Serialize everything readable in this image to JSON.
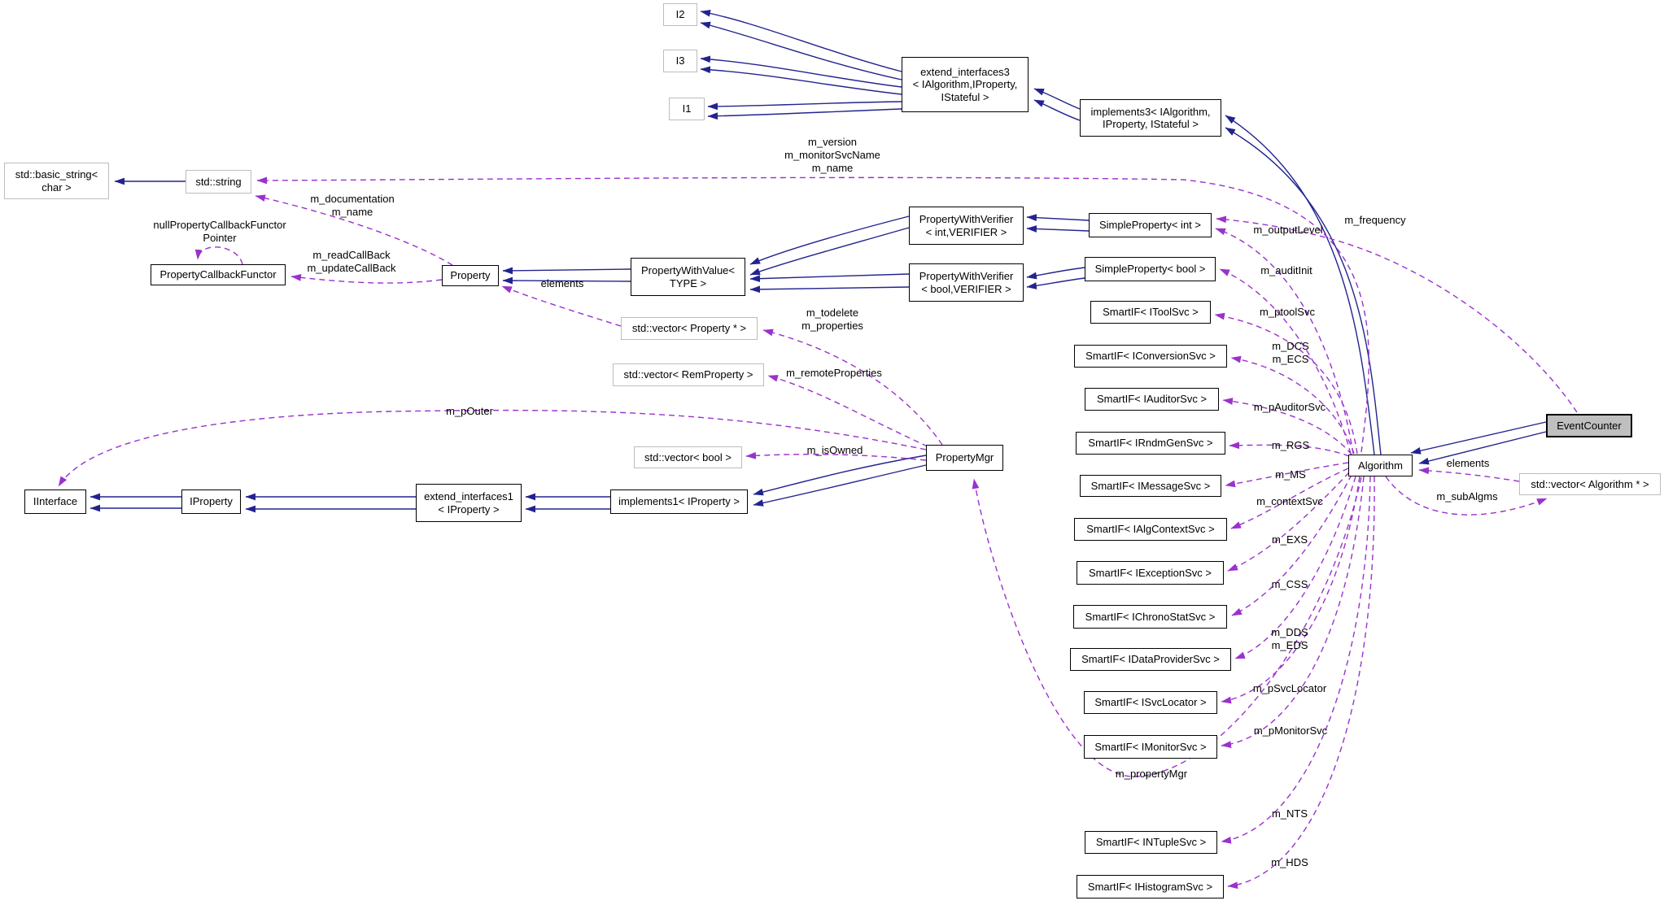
{
  "colors": {
    "inheritance_edge": "#23238f",
    "usage_edge": "#9a32cd",
    "current_node_fill": "#bfbfbf",
    "external_node_border": "#bdbdbd"
  },
  "nodes": {
    "i2": {
      "label": "I2"
    },
    "i3": {
      "label": "I3"
    },
    "i1": {
      "label": "I1"
    },
    "ext3": {
      "label": "extend_interfaces3\n< IAlgorithm,IProperty,\nIStateful >"
    },
    "impl3": {
      "label": "implements3< IAlgorithm,\nIProperty, IStateful >"
    },
    "basic_string": {
      "label": "std::basic_string<\nchar >"
    },
    "std_string": {
      "label": "std::string"
    },
    "pcf": {
      "label": "PropertyCallbackFunctor"
    },
    "property": {
      "label": "Property"
    },
    "pwv": {
      "label": "PropertyWithValue<\nTYPE >"
    },
    "pwv_int": {
      "label": "PropertyWithVerifier\n< int,VERIFIER >"
    },
    "pwv_bool": {
      "label": "PropertyWithVerifier\n< bool,VERIFIER >"
    },
    "sp_int": {
      "label": "SimpleProperty< int >"
    },
    "sp_bool": {
      "label": "SimpleProperty< bool >"
    },
    "if_tool": {
      "label": "SmartIF< IToolSvc >"
    },
    "if_conv": {
      "label": "SmartIF< IConversionSvc >"
    },
    "if_aud": {
      "label": "SmartIF< IAuditorSvc >"
    },
    "if_rndm": {
      "label": "SmartIF< IRndmGenSvc >"
    },
    "if_msg": {
      "label": "SmartIF< IMessageSvc >"
    },
    "if_algctx": {
      "label": "SmartIF< IAlgContextSvc >"
    },
    "if_exc": {
      "label": "SmartIF< IExceptionSvc >"
    },
    "if_chrono": {
      "label": "SmartIF< IChronoStatSvc >"
    },
    "if_dataprov": {
      "label": "SmartIF< IDataProviderSvc >"
    },
    "if_svcloc": {
      "label": "SmartIF< ISvcLocator >"
    },
    "if_monitor": {
      "label": "SmartIF< IMonitorSvc >"
    },
    "if_ntuple": {
      "label": "SmartIF< INTupleSvc >"
    },
    "if_histo": {
      "label": "SmartIF< IHistogramSvc >"
    },
    "algorithm": {
      "label": "Algorithm"
    },
    "eventcounter": {
      "label": "EventCounter"
    },
    "vec_algo": {
      "label": "std::vector< Algorithm * >"
    },
    "vec_prop": {
      "label": "std::vector< Property * >"
    },
    "vec_rem": {
      "label": "std::vector< RemProperty >"
    },
    "vec_bool": {
      "label": "std::vector< bool >"
    },
    "propertymgr": {
      "label": "PropertyMgr"
    },
    "iinterface": {
      "label": "IInterface"
    },
    "iproperty": {
      "label": "IProperty"
    },
    "ext1": {
      "label": "extend_interfaces1\n< IProperty >"
    },
    "impl1": {
      "label": "implements1< IProperty >"
    }
  },
  "edge_labels": {
    "m_version_block": "m_version\nm_monitorSvcName\nm_name",
    "m_documentation_block": "m_documentation\nm_name",
    "null_pcf_pointer": "nullPropertyCallbackFunctor\nPointer",
    "m_callbacks": "m_readCallBack\nm_updateCallBack",
    "elements_property": "elements",
    "m_todelete_properties": "m_todelete\nm_properties",
    "m_remoteProperties": "m_remoteProperties",
    "m_pOuter": "m_pOuter",
    "m_isOwned": "m_isOwned",
    "m_frequency": "m_frequency",
    "m_outputLevel": "m_outputLevel",
    "m_auditInit": "m_auditInit",
    "m_ptoolSvc": "m_ptoolSvc",
    "m_dcs_ecs": "m_DCS\nm_ECS",
    "m_pAuditorSvc": "m_pAuditorSvc",
    "m_RGS": "m_RGS",
    "m_MS": "m_MS",
    "m_contextSvc": "m_contextSvc",
    "m_EXS": "m_EXS",
    "m_CSS": "m_CSS",
    "m_dds_eds": "m_DDS\nm_EDS",
    "m_pSvcLocator": "m_pSvcLocator",
    "m_pMonitorSvc": "m_pMonitorSvc",
    "m_propertyMgr": "m_propertyMgr",
    "m_NTS": "m_NTS",
    "m_HDS": "m_HDS",
    "elements_algorithm": "elements",
    "m_subAlgms": "m_subAlgms"
  }
}
